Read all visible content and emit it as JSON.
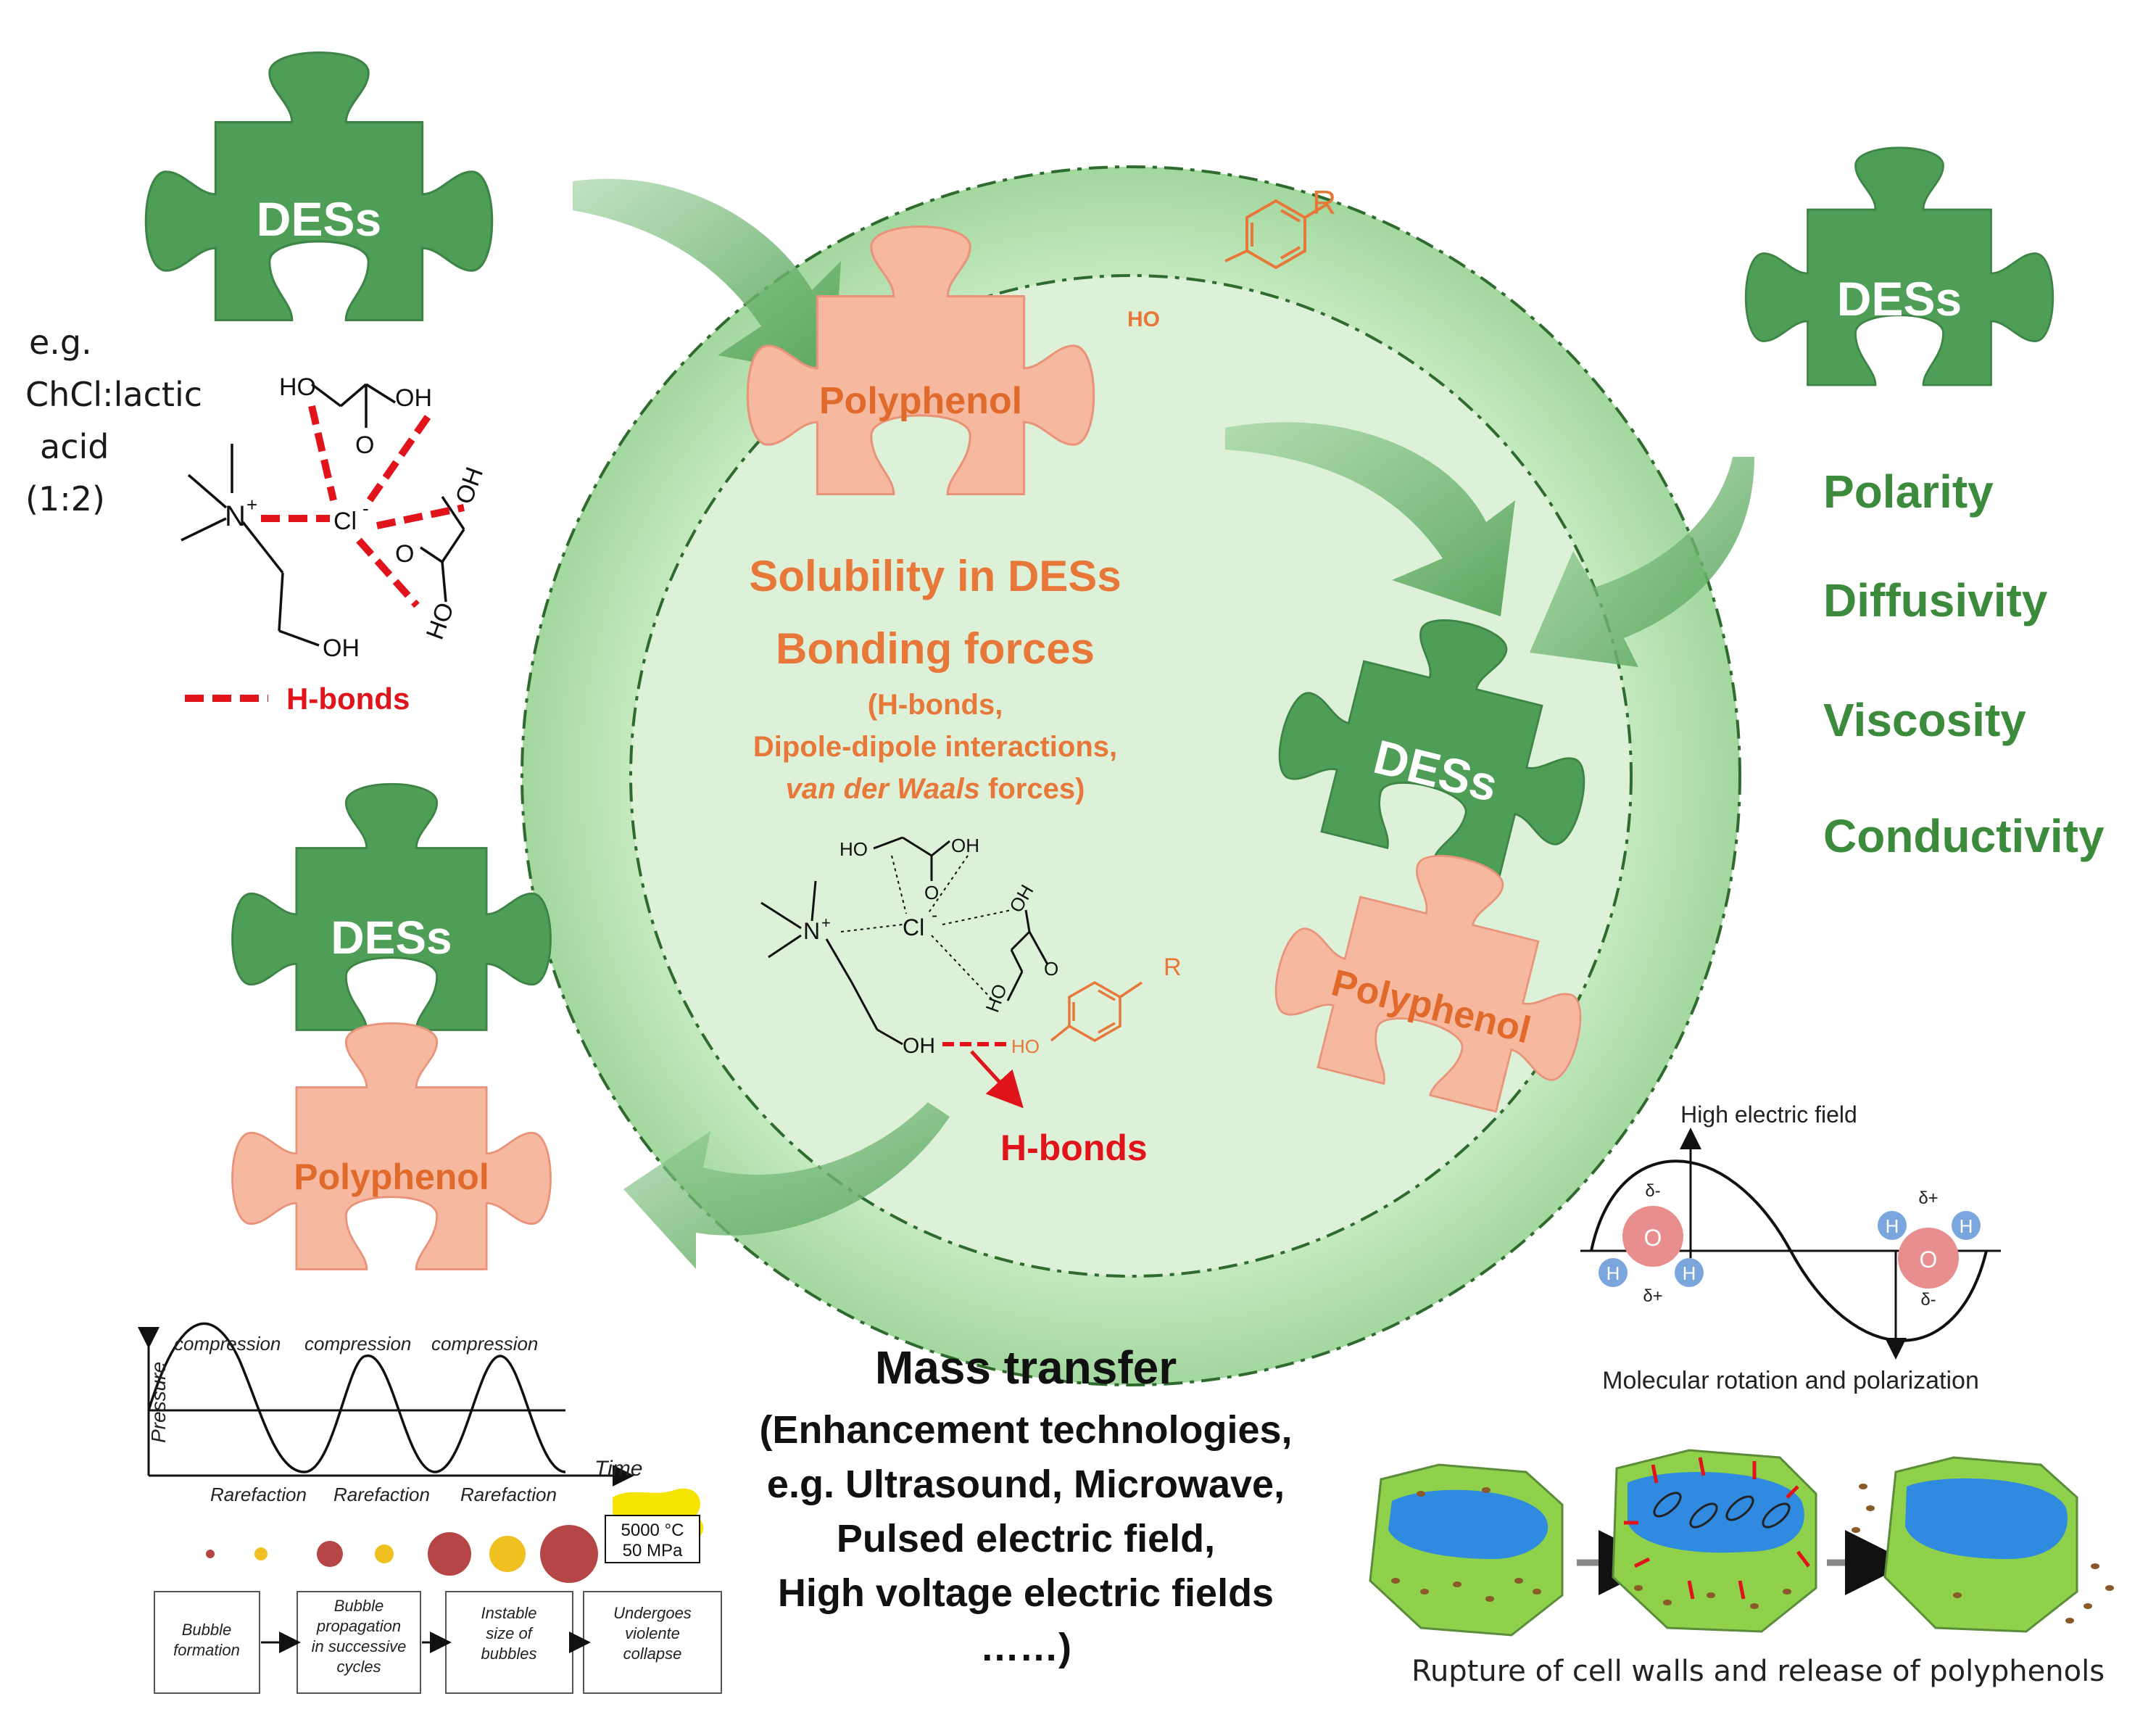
{
  "center": {
    "solubility": "Solubility in DESs",
    "bonding": "Bonding forces",
    "forces_l1": "(H-bonds,",
    "forces_l2": "Dipole-dipole interactions,",
    "forces_l3_italic": "van der Waals",
    "forces_l3_rest": " forces)",
    "hbonds_label": "H-bonds"
  },
  "puzzles": {
    "des": "DESs",
    "polyphenol": "Polyphenol"
  },
  "example": {
    "line1": "e.g.",
    "line2": "ChCl:lactic",
    "line3": "acid",
    "line4": "(1:2)",
    "hbonds_legend": "H-bonds",
    "atom_ho": "HO",
    "atom_oh": "OH",
    "atom_o": "O",
    "atom_n": "N",
    "atom_cl": "Cl",
    "atom_plus": "+",
    "atom_minus": "-",
    "atom_r": "R"
  },
  "properties": [
    "Polarity",
    "Diffusivity",
    "Viscosity",
    "Conductivity"
  ],
  "mass_transfer": {
    "title": "Mass transfer",
    "l1": "(Enhancement technologies,",
    "l2": "e.g. Ultrasound, Microwave,",
    "l3": "Pulsed electric field,",
    "l4": "High voltage electric fields",
    "l5": "……)"
  },
  "ultrasound": {
    "compression": "compression",
    "rarefaction": "Rarefaction",
    "pressure": "Pressure",
    "time": "Time",
    "temp_l1": "5000 °C",
    "temp_l2": "50 MPa",
    "steps": [
      [
        "Bubble",
        "formation"
      ],
      [
        "Bubble",
        "propagation",
        "in successive",
        "cycles"
      ],
      [
        "Instable",
        "size of",
        "bubbles"
      ],
      [
        "Undergoes",
        "violente",
        "collapse"
      ]
    ]
  },
  "microwave": {
    "title": "High electric field",
    "caption": "Molecular rotation and polarization",
    "h": "H",
    "o": "O",
    "delta_minus": "δ-",
    "delta_plus": "δ+"
  },
  "cell": {
    "caption": "Rupture of cell walls and release of polyphenols"
  },
  "colors": {
    "des_green": "#4f9e57",
    "poly_orange": "#f6b9a0",
    "ring_green": "#a8dba5",
    "inner_green": "#dcf1d8",
    "prop_green": "#3c8a3c",
    "text_orange": "#e8783a",
    "hbond_red": "#e0141a"
  }
}
